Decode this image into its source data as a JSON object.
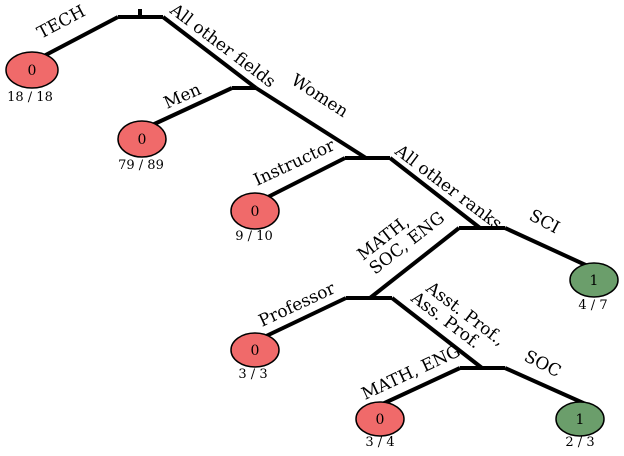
{
  "colors": {
    "negative": "#f06a6a",
    "positive": "#6b9e6b",
    "line": "#000000"
  },
  "edge_labels": {
    "tech": "TECH",
    "all_other_fields": "All other fields",
    "men": "Men",
    "women": "Women",
    "instructor": "Instructor",
    "all_other_ranks": "All other ranks",
    "math_soc_eng_1": "MATH,",
    "math_soc_eng_2": "SOC, ENG",
    "sci": "SCI",
    "professor": "Professor",
    "asst_prof_1": "Asst. Prof.,",
    "asst_prof_2": "Ass. Prof.",
    "math_eng": "MATH, ENG",
    "soc": "SOC"
  },
  "leaves": {
    "tech": {
      "class": "0",
      "count": "18 / 18",
      "color": "negative"
    },
    "men": {
      "class": "0",
      "count": "79 / 89",
      "color": "negative"
    },
    "instructor": {
      "class": "0",
      "count": "9 / 10",
      "color": "negative"
    },
    "sci": {
      "class": "1",
      "count": "4 / 7",
      "color": "positive"
    },
    "professor": {
      "class": "0",
      "count": "3 / 3",
      "color": "negative"
    },
    "math_eng": {
      "class": "0",
      "count": "3 / 4",
      "color": "negative"
    },
    "soc": {
      "class": "1",
      "count": "2 / 3",
      "color": "positive"
    }
  }
}
